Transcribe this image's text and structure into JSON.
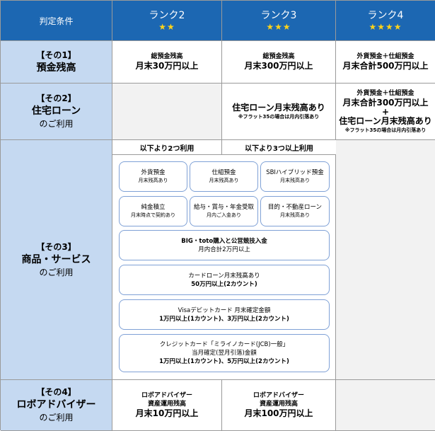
{
  "header": {
    "criteria": "判定条件",
    "ranks": [
      {
        "label": "ランク2",
        "stars": "★★"
      },
      {
        "label": "ランク3",
        "stars": "★★★"
      },
      {
        "label": "ランク4",
        "stars": "★★★★"
      }
    ]
  },
  "row1": {
    "label_num": "【その1】",
    "label_name": "預金残高",
    "r2": {
      "small": "総預金残高",
      "big": "月末30万円以上"
    },
    "r3": {
      "small": "総預金残高",
      "big": "月末300万円以上"
    },
    "r4": {
      "small": "外貨預金＋仕組預金",
      "big": "月末合計500万円以上"
    }
  },
  "row2": {
    "label_num": "【その2】",
    "label_name": "住宅ローン",
    "label_sub": "のご利用",
    "r3": {
      "big": "住宅ローン月末残高あり",
      "tiny": "※フラット35の場合は月内引落あり"
    },
    "r4": {
      "small": "外貨預金＋仕組預金",
      "big1": "月末合計300万円以上",
      "plus": "+",
      "big2": "住宅ローン月末残高あり",
      "tiny": "※フラット35の場合は月内引落あり"
    }
  },
  "row3": {
    "label_num": "【その3】",
    "label_name": "商品・サービス",
    "label_sub": "のご利用",
    "sub_r2": "以下より2つ利用",
    "sub_r3": "以下より3つ以上利用",
    "items": [
      {
        "t": "外貨預金",
        "s": "月末残高あり"
      },
      {
        "t": "仕組預金",
        "s": "月末残高あり"
      },
      {
        "t": "SBIハイブリッド預金",
        "s": "月末残高あり"
      },
      {
        "t": "純金積立",
        "s": "月末時点で契約あり"
      },
      {
        "t": "給与・賞与・年金受取",
        "s": "月内ご入金あり"
      },
      {
        "t": "目的・不動産ローン",
        "s": "月末残高あり"
      }
    ],
    "wide": [
      {
        "lines": [
          "BIG・toto購入と公営競技入金",
          "月内合計2万円以上"
        ]
      },
      {
        "lines": [
          "カードローン月末残高あり",
          "50万円以上(2カウント)"
        ]
      },
      {
        "lines": [
          "Visaデビットカード 月末確定金額",
          "1万円以上(1カウント)、3万円以上(2カウント)"
        ]
      },
      {
        "lines": [
          "クレジットカード「ミライノカード(JCB)一般」",
          "当月確定(翌月引落)金額",
          "1万円以上(1カウント)、5万円以上(2カウント)"
        ]
      }
    ]
  },
  "row4": {
    "label_num": "【その4】",
    "label_name": "ロボアドバイザー",
    "label_sub": "のご利用",
    "r2": {
      "small1": "ロボアドバイザー",
      "small2": "資産運用残高",
      "big": "月末10万円以上"
    },
    "r3": {
      "small1": "ロボアドバイザー",
      "small2": "資産運用残高",
      "big": "月末100万円以上"
    }
  },
  "colors": {
    "header": "#1c67b2",
    "label": "#c5d9f1",
    "star": "#ffd31a",
    "box_border": "#7fa1d6"
  }
}
